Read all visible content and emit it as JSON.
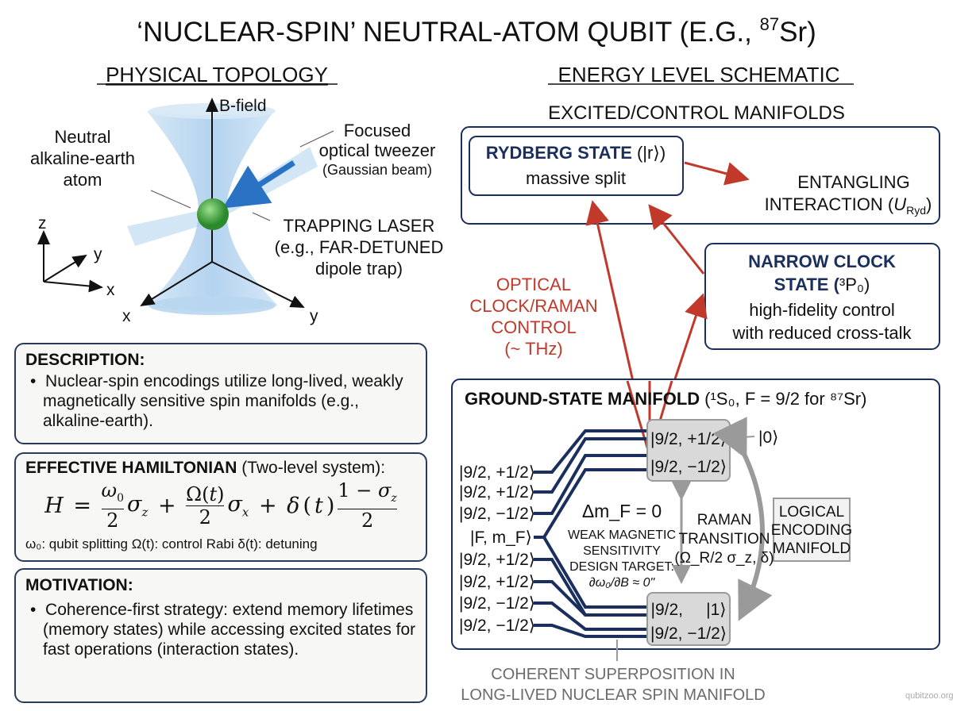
{
  "title": "‘NUCLEAR-SPIN’ NEUTRAL-ATOM QUBIT (E.G., ",
  "title_sup": "87",
  "title_end": "Sr)",
  "left_heading": "PHYSICAL TOPOLOGY",
  "right_heading": "ENERGY LEVEL SCHEMATIC",
  "topology": {
    "bfield": "B-field",
    "atom_label": [
      "Neutral",
      "alkaline-earth",
      "atom"
    ],
    "tweezer_label": [
      "Focused",
      "optical tweezer",
      "(Gaussian beam)"
    ],
    "laser_label": [
      "TRAPPING LASER",
      "(e.g., FAR-DETUNED",
      "dipole trap)"
    ],
    "axes": {
      "z": "z",
      "y": "y",
      "x": "x"
    },
    "beam_axes": {
      "x": "x",
      "y": "y"
    }
  },
  "description": {
    "heading": "DESCRIPTION:",
    "bullet": "Nuclear-spin encodings utilize long-lived, weakly magnetically sensitive spin manifolds (e.g., alkaline-earth)."
  },
  "hamiltonian": {
    "heading": "EFFECTIVE HAMILTONIAN",
    "subheading": "(Two-level system):",
    "legend": "ω₀: qubit splitting  Ω(t): control Rabi  δ(t): detuning"
  },
  "motivation": {
    "heading": "MOTIVATION:",
    "bullet": "Coherence-first strategy: extend memory lifetimes (memory states) while accessing excited states for fast operations (interaction states)."
  },
  "energy": {
    "excited_heading": "EXCITED/CONTROL MANIFOLDS",
    "rydberg_title": "RYDBERG STATE",
    "rydberg_ket": "(|r⟩)",
    "rydberg_sub": "massive split",
    "entangling": [
      "ENTANGLING",
      "INTERACTION ("
    ],
    "entangling_sym": "U",
    "entangling_sub": "Ryd",
    "clock_title": [
      "NARROW CLOCK",
      "STATE ("
    ],
    "clock_sym": "³P₀",
    "clock_sub": [
      "high-fidelity control",
      "with reduced cross-talk"
    ],
    "optical": [
      "OPTICAL",
      "CLOCK/RAMAN",
      "CONTROL",
      "(~ THz)"
    ],
    "ground_title": "GROUND-STATE MANIFOLD",
    "ground_detail": "(¹S₀, F = 9/2 for ⁸⁷Sr)",
    "levels_left": [
      "|9/2, +1/2⟩",
      "|9/2, +1/2⟩",
      "|9/2, −1/2⟩",
      "|F, m_F⟩",
      "|9/2, +1/2⟩",
      "|9/2, +1/2⟩",
      "|9/2, −1/2⟩",
      "|9/2, −1/2⟩"
    ],
    "upper_states": [
      "|9/2, +1/2⟩",
      "|9/2, −1/2⟩"
    ],
    "lower_states": [
      "|9/2,     |1⟩",
      "|9/2, −1/2⟩"
    ],
    "ket0": "|0⟩",
    "delta_mf": "Δm_F = 0",
    "weak": [
      "WEAK MAGNETIC",
      "SENSITIVITY",
      "DESIGN TARGET:",
      "∂ω₀/∂B ≈ 0\""
    ],
    "raman": [
      "RAMAN",
      "TRANSITION",
      "(Ω_R/2 σ_z, δ)"
    ],
    "logical": [
      "LOGICAL",
      "ENCODING",
      "MANIFOLD"
    ],
    "coherent": [
      "COHERENT SUPERPOSITION IN",
      "LONG-LIVED NUCLEAR SPIN MANIFOLD"
    ]
  },
  "watermark": "qubitzoo.org",
  "colors": {
    "navy": "#1a2f5e",
    "red": "#c0392b",
    "gray": "#9a9a9a",
    "atom": "#3aa63a",
    "beam": "#9cc8ea"
  }
}
